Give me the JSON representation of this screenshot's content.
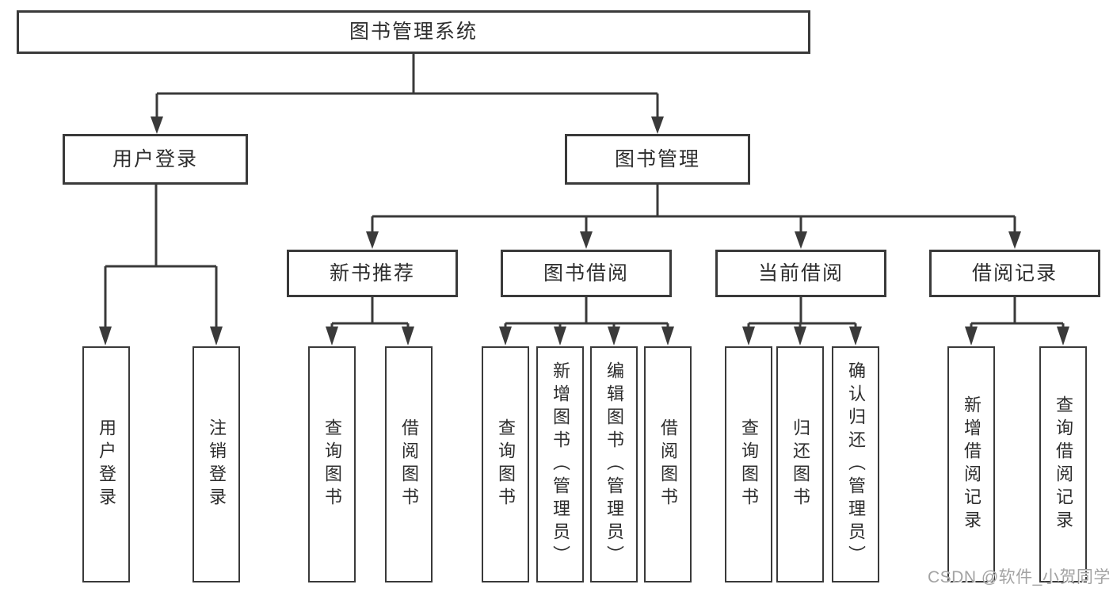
{
  "diagram": {
    "type": "tree",
    "colors": {
      "line": "#3a3a3a",
      "text": "#2d2d2d",
      "box_background": "#ffffff",
      "watermark": "#a3a3a3"
    },
    "root": {
      "label": "图书管理系统"
    },
    "level2": [
      {
        "label": "用户登录",
        "children": [
          {
            "label": "用户登录"
          },
          {
            "label": "注销登录"
          }
        ]
      },
      {
        "label": "图书管理",
        "children": [
          {
            "label": "新书推荐",
            "children": [
              {
                "label": "查询图书"
              },
              {
                "label": "借阅图书"
              }
            ]
          },
          {
            "label": "图书借阅",
            "children": [
              {
                "label": "查询图书"
              },
              {
                "label": "新增图书（管理员）"
              },
              {
                "label": "编辑图书（管理员）"
              },
              {
                "label": "借阅图书"
              }
            ]
          },
          {
            "label": "当前借阅",
            "children": [
              {
                "label": "查询图书"
              },
              {
                "label": "归还图书"
              },
              {
                "label": "确认归还（管理员）"
              }
            ]
          },
          {
            "label": "借阅记录",
            "children": [
              {
                "label": "新增借阅记录"
              },
              {
                "label": "查询借阅记录"
              }
            ]
          }
        ]
      }
    ]
  },
  "watermark": {
    "text": "CSDN @软件_小贺同学"
  }
}
